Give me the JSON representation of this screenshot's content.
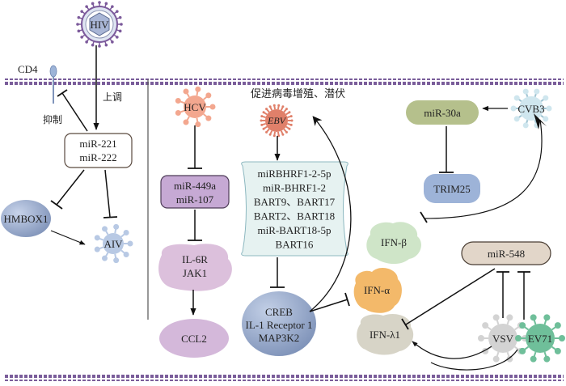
{
  "diagram": {
    "membrane_color": "#7a5d9a",
    "labels": {
      "cd4": "CD4",
      "upregulate": "上调",
      "inhibit": "抑制",
      "promote": "促进病毒增殖、潜伏"
    },
    "viruses": {
      "hiv": "HIV",
      "aiv": "AIV",
      "hcv": "HCV",
      "ebv": "EBV",
      "cvb3": "CVB3",
      "vsv": "VSV",
      "ev71": "EV71"
    },
    "nodes": {
      "mir221": [
        "miR-221",
        "miR-222"
      ],
      "hmbox1": "HMBOX1",
      "mir449": [
        "miR-449a",
        "miR-107"
      ],
      "il6r": [
        "IL-6R",
        "JAK1"
      ],
      "ccl2": "CCL2",
      "ebv_mirnas": [
        "miRBHRF1-2-5p",
        "miR-BHRF1-2",
        "BART9、BART17",
        "BART2、BART18",
        "miR-BART18-5p",
        "BART16"
      ],
      "creb": [
        "CREB",
        "IL-1 Receptor 1",
        "MAP3K2"
      ],
      "ifna": "IFN-α",
      "ifnl1": "IFN-λ1",
      "mir30a": "miR-30a",
      "trim25": "TRIM25",
      "ifnb": "IFN-β",
      "mir548": "miR-548"
    },
    "colors": {
      "hiv_spike": "#7c5a9b",
      "hiv_core": "#a9b6d6",
      "hcv": "#f3a78f",
      "ebv": "#e0806a",
      "aiv": "#b8c9e4",
      "hmbox1": "#9aacc9",
      "mir449": "#c6a9d4",
      "il6r": "#dcc0dc",
      "ccl2": "#d4b8da",
      "ebv_box": "#e6f2f1",
      "creb": "#9fb3d3",
      "ifna": "#f3b96a",
      "ifnl1": "#d7d4c7",
      "mir30a": "#b5c08c",
      "trim25": "#9db3d8",
      "ifnb": "#cfe5c8",
      "cvb3": "#cfe6ee",
      "mir548": "#e2d6c9",
      "vsv": "#d3d3d3",
      "ev71": "#6fbf9a"
    }
  }
}
